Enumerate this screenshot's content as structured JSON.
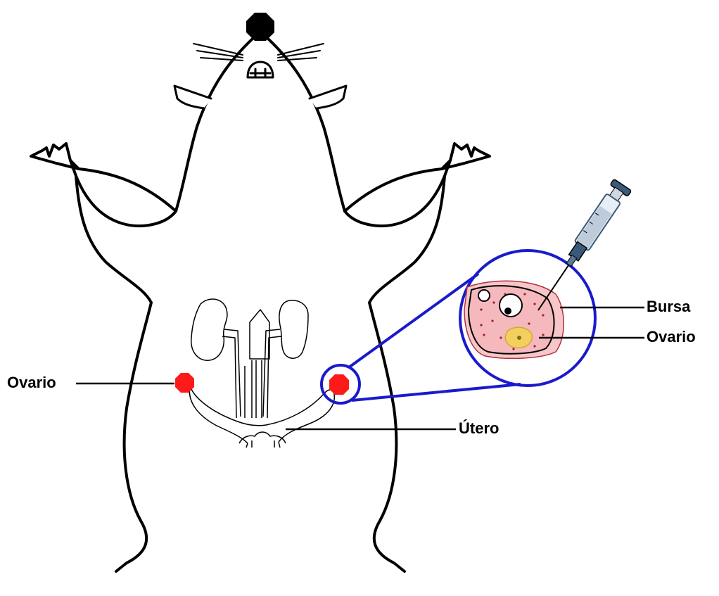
{
  "labels": {
    "ovario_left": "Ovario",
    "utero": "Útero",
    "bursa": "Bursa",
    "ovario_right": "Ovario"
  },
  "colors": {
    "outline": "#000000",
    "ovary_red": "#ff1a1a",
    "magnifier_blue": "#1a1acc",
    "tissue_pink": "#f7c6c8",
    "bursa_edge": "#b03040",
    "follicle_yellow": "#f2d060",
    "syringe_blue": "#3a5a7a"
  },
  "icons": {
    "syringe": "syringe-icon",
    "nose": "nose-icon"
  }
}
